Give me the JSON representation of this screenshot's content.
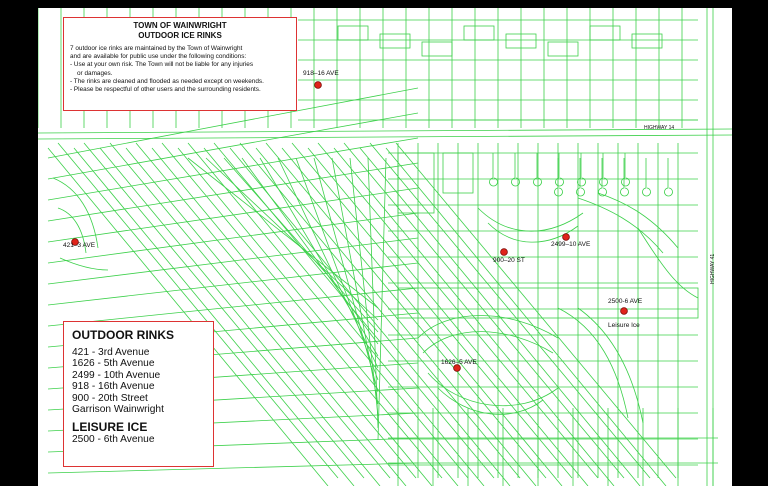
{
  "info_box": {
    "title_line1": "TOWN OF WAINWRIGHT",
    "title_line2": "OUTDOOR ICE RINKS",
    "lines": [
      "7 outdoor ice rinks are maintained by the Town of Wainwright",
      "and are available for public use under the following conditions:",
      "- Use at your own risk. The Town will not be liable for any injuries",
      "or damages.",
      "- The rinks are cleaned and flooded as needed except on weekends.",
      "- Please be respectful of other users and the surrounding residents."
    ]
  },
  "legend": {
    "heading": "OUTDOOR RINKS",
    "items": [
      "421 -   3rd Avenue",
      "1626 - 5th Avenue",
      "2499 - 10th Avenue",
      "918  -  16th Avenue",
      "900  -  20th Street",
      "Garrison Wainwright"
    ],
    "leisure_heading": "LEISURE ICE",
    "leisure_item": "2500 - 6th Avenue"
  },
  "rinks": [
    {
      "label": "918–16 AVE"
    },
    {
      "label": "421–3 AVE"
    },
    {
      "label": "900–20 ST"
    },
    {
      "label": "2499–10 AVE"
    },
    {
      "label": "1626–5 AVE"
    },
    {
      "label": "2500-6 AVE"
    }
  ],
  "leisure_label": "Leisure Ice",
  "highway_labels": {
    "hwy14": "HIGHWAY 14",
    "hwy41": "HIGHWAY 41"
  },
  "colors": {
    "street_lines": "#3cd04a",
    "rink_marker": "#e0231b",
    "box_border": "#dd3333",
    "background": "#ffffff",
    "page_margin": "#000000"
  },
  "icons": [
    "rink-marker-icon"
  ]
}
